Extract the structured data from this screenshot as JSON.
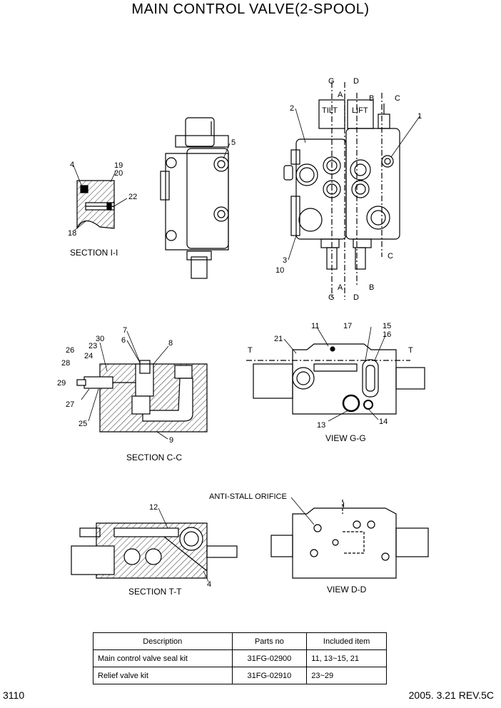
{
  "title": "MAIN CONTROL VALVE(2-SPOOL)",
  "labels": {
    "sec_ii": [
      "4",
      "19",
      "20",
      "22",
      "18"
    ],
    "side": [
      "5"
    ],
    "front": [
      "G",
      "D",
      "A",
      "B",
      "C",
      "2",
      "1",
      "3",
      "10",
      "TILT",
      "LIFT",
      "G",
      "D",
      "A",
      "B",
      "C"
    ],
    "sec_cc": [
      "7",
      "6",
      "8",
      "30",
      "23",
      "26",
      "24",
      "28",
      "29",
      "27",
      "25",
      "9"
    ],
    "view_gg": [
      "11",
      "17",
      "15",
      "16",
      "21",
      "T",
      "T",
      "13",
      "14"
    ],
    "sec_tt": [
      "12",
      "4"
    ],
    "view_dd": [
      "ANTI-STALL ORIFICE",
      "I"
    ]
  },
  "captions": {
    "section_ii": "SECTION I-I",
    "section_cc": "SECTION C-C",
    "view_gg": "VIEW G-G",
    "section_tt": "SECTION T-T",
    "view_dd": "VIEW D-D"
  },
  "table": {
    "headers": [
      "Description",
      "Parts no",
      "Included item"
    ],
    "rows": [
      [
        "Main control valve seal kit",
        "31FG-02900",
        "11, 13~15, 21"
      ],
      [
        "Relief valve kit",
        "31FG-02910",
        "23~29"
      ]
    ]
  },
  "footer": {
    "page": "3110",
    "revision": "2005. 3.21  REV.5C"
  }
}
